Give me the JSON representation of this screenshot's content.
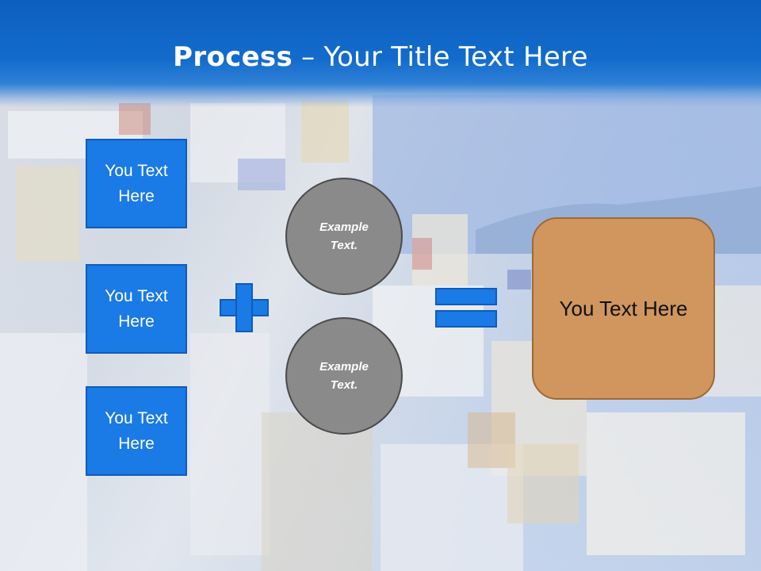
{
  "title": {
    "bold": "Process",
    "rest": " – Your Title Text Here"
  },
  "inputs": [
    {
      "label": "You Text Here"
    },
    {
      "label": "You Text Here"
    },
    {
      "label": "You Text Here"
    }
  ],
  "operators": {
    "plus_icon": "plus-icon",
    "equals_icon": "equals-icon"
  },
  "circles": [
    {
      "label": "Example Text."
    },
    {
      "label": "Example Text."
    }
  ],
  "result": {
    "label": "You Text Here"
  },
  "colors": {
    "title_bar": "#126bcc",
    "box_blue": "#1a7ae6",
    "circle_gray": "#8a8a8a",
    "result_orange": "#d0965e"
  }
}
